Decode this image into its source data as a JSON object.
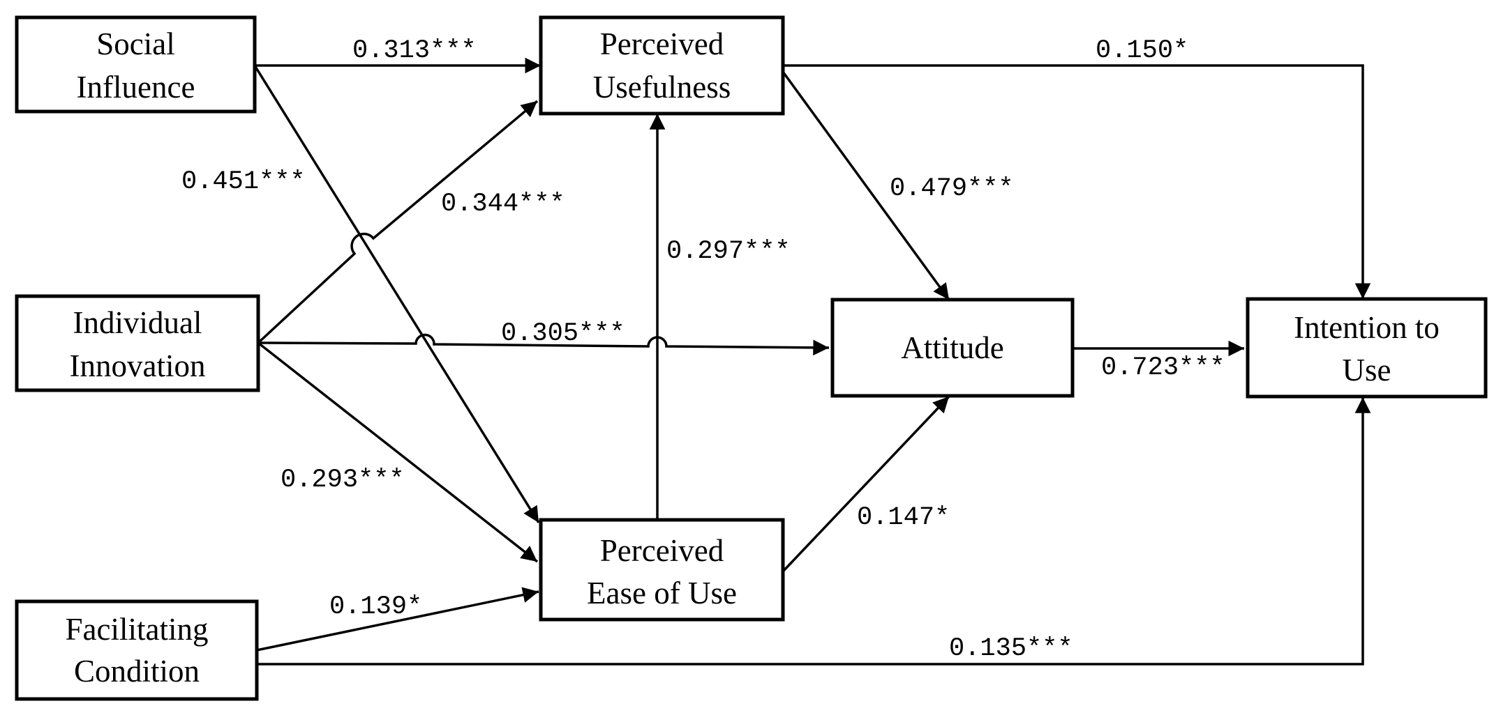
{
  "nodes": {
    "social_influence": {
      "line1": "Social",
      "line2": "Influence"
    },
    "individual_innovation": {
      "line1": "Individual",
      "line2": "Innovation"
    },
    "facilitating_condition": {
      "line1": "Facilitating",
      "line2": "Condition"
    },
    "perceived_usefulness": {
      "line1": "Perceived",
      "line2": "Usefulness"
    },
    "perceived_ease_of_use": {
      "line1": "Perceived",
      "line2": "Ease of Use"
    },
    "attitude": {
      "line1": "Attitude"
    },
    "intention_to_use": {
      "line1": "Intention to",
      "line2": "Use"
    }
  },
  "paths": {
    "si_pu": "0.313***",
    "si_peou": "0.451***",
    "ii_pu": "0.344***",
    "ii_att": "0.305***",
    "ii_peou": "0.293***",
    "fc_peou": "0.139*",
    "fc_itu": "0.135***",
    "peou_pu": "0.297***",
    "pu_att": "0.479***",
    "pu_itu": "0.150*",
    "peou_att": "0.147*",
    "att_itu": "0.723***"
  }
}
